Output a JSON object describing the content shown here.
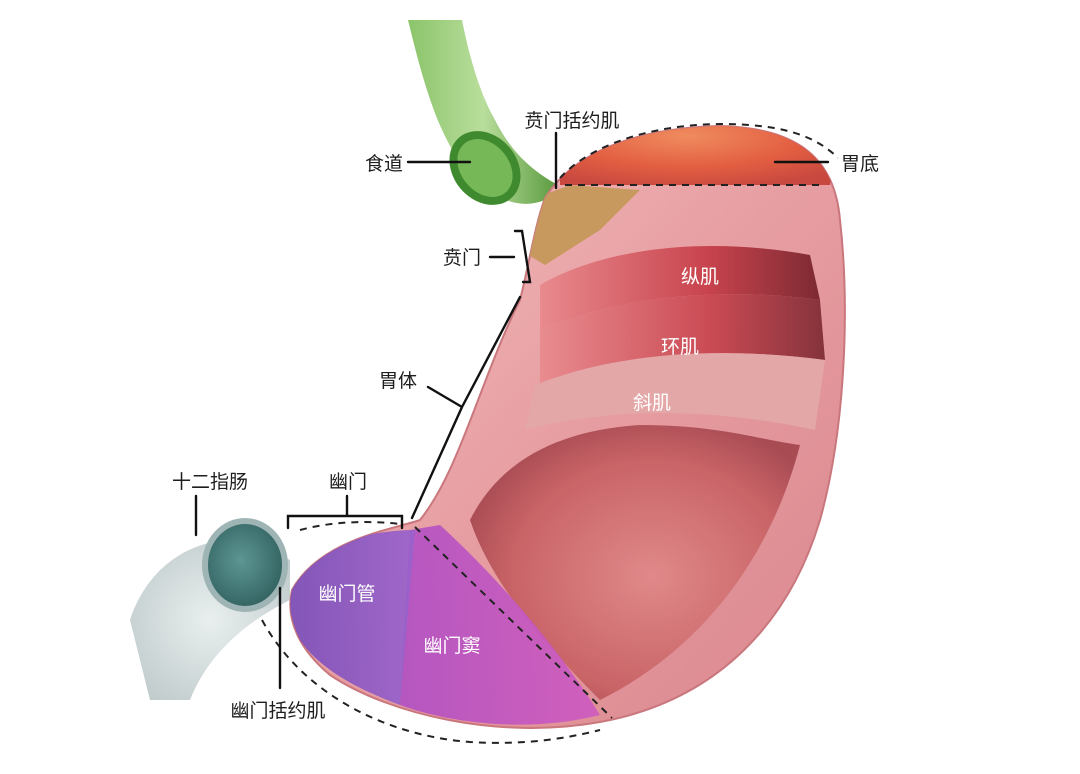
{
  "labels": {
    "esophagus": "食道",
    "cardiac_sphincter": "贲门括约肌",
    "fundus": "胃底",
    "cardia": "贲门",
    "longitudinal_muscle": "纵肌",
    "circular_muscle": "环肌",
    "oblique_muscle": "斜肌",
    "body": "胃体",
    "duodenum": "十二指肠",
    "pylorus": "幽门",
    "pyloric_canal": "幽门管",
    "pyloric_antrum": "幽门窦",
    "pyloric_sphincter": "幽门括约肌"
  },
  "colors": {
    "esophagus": "#6db54a",
    "cardia_tissue": "#c89a62",
    "fundus": "#e0573a",
    "stomach_wall": "#e49a9c",
    "muscle": "#c9474f",
    "mucosa": "#c8686b",
    "pyloric_canal": "#8e5cc4",
    "pyloric_antrum": "#b652c2",
    "duodenum": "#3f7a78"
  }
}
